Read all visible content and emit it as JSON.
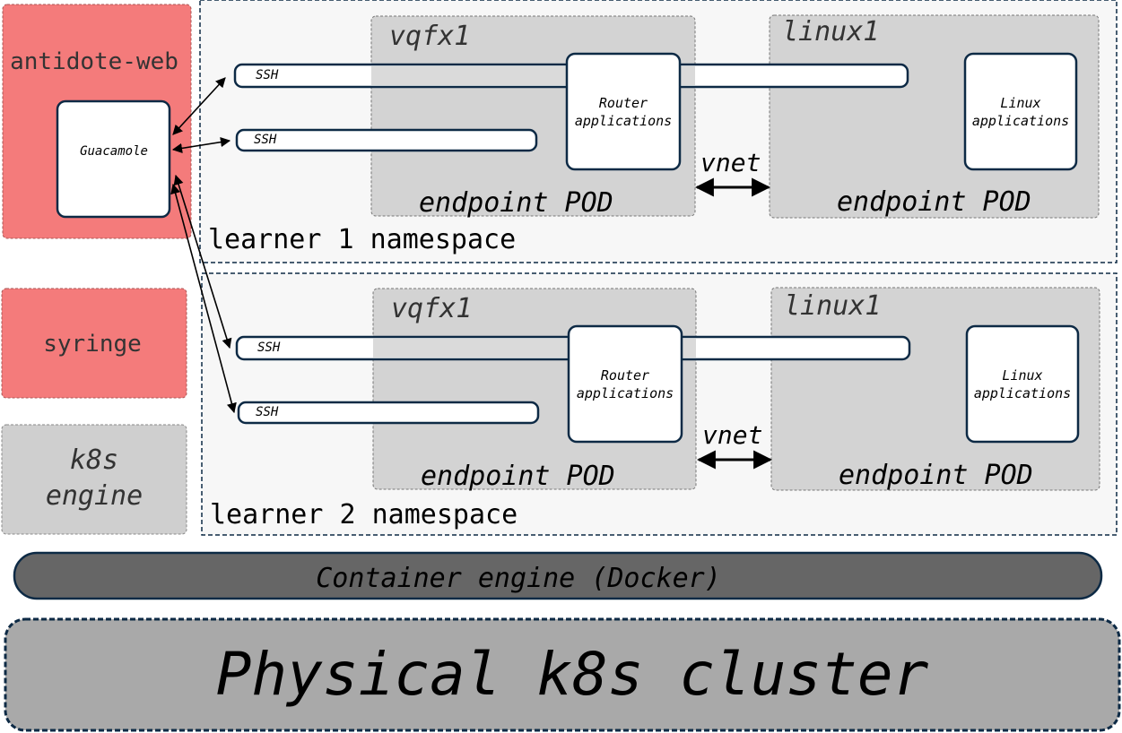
{
  "left_column": {
    "antidote_web": {
      "label": "antidote-web",
      "inner_label": "Guacamole"
    },
    "syringe": {
      "label": "syringe"
    },
    "k8s_engine": {
      "line1": "k8s",
      "line2": "engine"
    }
  },
  "namespaces": [
    {
      "label": "learner 1 namespace",
      "vqfx_pod": {
        "name": "vqfx1",
        "app_line1": "Router",
        "app_line2": "applications",
        "pod_label": "endpoint POD"
      },
      "linux_pod": {
        "name": "linux1",
        "app_line1": "Linux",
        "app_line2": "applications",
        "pod_label": "endpoint POD"
      },
      "vnet_label": "vnet",
      "ssh_labels": [
        "SSH",
        "SSH"
      ]
    },
    {
      "label": "learner 2 namespace",
      "vqfx_pod": {
        "name": "vqfx1",
        "app_line1": "Router",
        "app_line2": "applications",
        "pod_label": "endpoint POD"
      },
      "linux_pod": {
        "name": "linux1",
        "app_line1": "Linux",
        "app_line2": "applications",
        "pod_label": "endpoint POD"
      },
      "vnet_label": "vnet",
      "ssh_labels": [
        "SSH",
        "SSH"
      ]
    }
  ],
  "container_engine": {
    "label": "Container engine (Docker)"
  },
  "physical_cluster": {
    "label": "Physical k8s cluster"
  },
  "colors": {
    "red_component": "#f47b7b",
    "grey_component": "#cfcfcf",
    "pod_fill": "#d3d3d3",
    "namespace_fill": "#f7f7f7",
    "container_engine_fill": "#666666",
    "cluster_fill": "#a9a9a9",
    "outline": "#0d2a45"
  }
}
